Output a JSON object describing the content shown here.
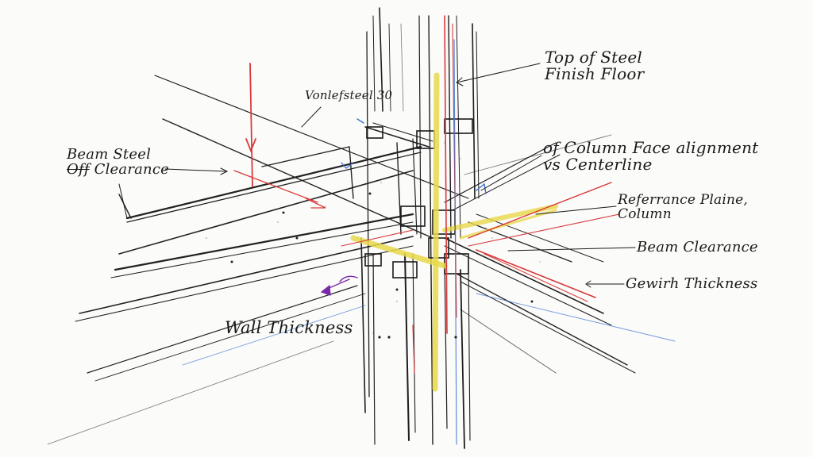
{
  "labels": {
    "top_of_steel": {
      "line1": "Top of Steel",
      "line2": "Finish Floor"
    },
    "vonlefsteel": "Vonlefsteel 30",
    "beam_steel": {
      "line1": "Beam Steel",
      "line2_strike": "Off",
      "line2_rest": " Clearance"
    },
    "column_face": {
      "line1": "of Column Face alignment",
      "line2": "vs Centerline"
    },
    "reference_plane": {
      "line1": "Referrance Plaine,",
      "line2": "Column"
    },
    "beam_clearance": "Beam Clearance",
    "gewirh_thickness": "Gewirh Thickness",
    "wall_thickness": "Wall Thickness"
  },
  "colors": {
    "ink": "#1a1a1a",
    "red": "#d83a3a",
    "yellow": "#e8d84a",
    "blue": "#3a6fd0",
    "purple": "#7a2aa8"
  }
}
